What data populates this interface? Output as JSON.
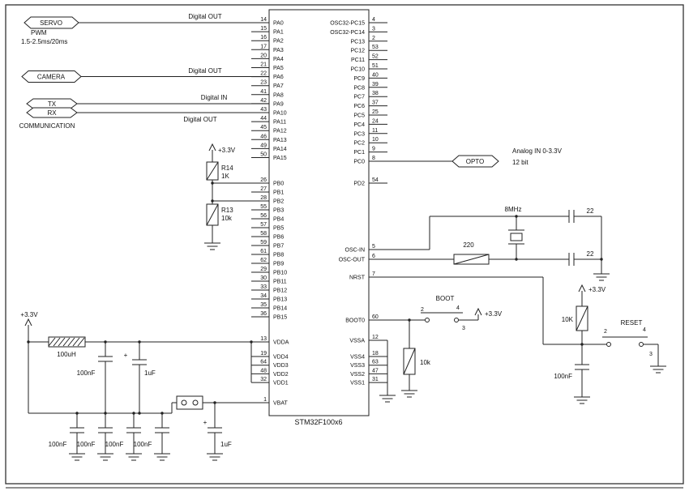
{
  "ic": {
    "label": "STM32F100x6",
    "left_groups": [
      {
        "pins": [
          [
            "PA0",
            "14"
          ],
          [
            "PA1",
            "15"
          ],
          [
            "PA2",
            "16"
          ],
          [
            "PA3",
            "17"
          ],
          [
            "PA4",
            "20"
          ],
          [
            "PA5",
            "21"
          ],
          [
            "PA6",
            "22"
          ],
          [
            "PA7",
            "23"
          ],
          [
            "PA8",
            "41"
          ],
          [
            "PA9",
            "42"
          ],
          [
            "PA10",
            "43"
          ],
          [
            "PA11",
            "44"
          ],
          [
            "PA12",
            "45"
          ],
          [
            "PA13",
            "46"
          ],
          [
            "PA14",
            "49"
          ],
          [
            "PA15",
            "50"
          ]
        ]
      },
      {
        "pins": [
          [
            "PB0",
            "26"
          ],
          [
            "PB1",
            "27"
          ],
          [
            "PB2",
            "28"
          ],
          [
            "PB3",
            "55"
          ],
          [
            "PB4",
            "56"
          ],
          [
            "PB5",
            "57"
          ],
          [
            "PB6",
            "58"
          ],
          [
            "PB7",
            "59"
          ],
          [
            "PB8",
            "61"
          ],
          [
            "PB9",
            "62"
          ],
          [
            "PB10",
            "29"
          ],
          [
            "PB11",
            "30"
          ],
          [
            "PB12",
            "33"
          ],
          [
            "PB13",
            "34"
          ],
          [
            "PB14",
            "35"
          ],
          [
            "PB15",
            "36"
          ]
        ]
      },
      {
        "pins": [
          [
            "VDDA",
            "13"
          ]
        ]
      },
      {
        "pins": [
          [
            "VDD4",
            "19"
          ],
          [
            "VDD3",
            "64"
          ],
          [
            "VDD2",
            "48"
          ],
          [
            "VDD1",
            "32"
          ]
        ]
      },
      {
        "pins": [
          [
            "VBAT",
            "1"
          ]
        ]
      }
    ],
    "right_groups": [
      {
        "pins": [
          [
            "OSC32-PC15",
            "4"
          ],
          [
            "OSC32-PC14",
            "3"
          ],
          [
            "PC13",
            "2"
          ],
          [
            "PC12",
            "53"
          ],
          [
            "PC11",
            "52"
          ],
          [
            "PC10",
            "51"
          ],
          [
            "PC9",
            "40"
          ],
          [
            "PC8",
            "39"
          ],
          [
            "PC7",
            "38"
          ],
          [
            "PC6",
            "37"
          ],
          [
            "PC5",
            "25"
          ],
          [
            "PC4",
            "24"
          ],
          [
            "PC3",
            "11"
          ],
          [
            "PC2",
            "10"
          ],
          [
            "PC1",
            "9"
          ],
          [
            "PC0",
            "8"
          ]
        ]
      },
      {
        "pins": [
          [
            "PD2",
            "54"
          ]
        ]
      },
      {
        "pins": [
          [
            "OSC-IN",
            "5"
          ],
          [
            "OSC-OUT",
            "6"
          ]
        ]
      },
      {
        "pins": [
          [
            "NRST",
            "7"
          ]
        ]
      },
      {
        "pins": [
          [
            "BOOT0",
            "60"
          ]
        ]
      },
      {
        "pins": [
          [
            "VSSA",
            "12"
          ]
        ]
      },
      {
        "pins": [
          [
            "VSS4",
            "18"
          ],
          [
            "VSS3",
            "63"
          ],
          [
            "VSS2",
            "47"
          ],
          [
            "VSS1",
            "31"
          ]
        ]
      }
    ]
  },
  "tags": {
    "servo": "SERVO",
    "camera": "CAMERA",
    "tx": "TX",
    "rx": "RX",
    "opto": "OPTO"
  },
  "labels": {
    "pwm_line1": "PWM",
    "pwm_line2": "1.5-2.5ms/20ms",
    "servo_signal": "Digital OUT",
    "camera_signal": "Digital OUT",
    "comm_in": "Digital IN",
    "comm_out": "Digital OUT",
    "communication": "COMMUNICATION",
    "analog_in": "Analog IN 0-3.3V",
    "analog_bits": "12 bit",
    "boot": "BOOT",
    "reset": "RESET"
  },
  "power": {
    "v33_pullups": "+3.3V",
    "v33_supply": "+3.3V",
    "v33_boot": "+3.3V",
    "v33_reset": "+3.3V"
  },
  "components": {
    "r14_ref": "R14",
    "r14_val": "1K",
    "r13_ref": "R13",
    "r13_val": "10k",
    "inductor": "100uH",
    "vdda_cap1": "100nF",
    "vdda_cap2": "1uF",
    "plus": "+",
    "bulk_caps": [
      "100nF",
      "100nF",
      "100nF",
      "100nF",
      "1uF"
    ],
    "osc_series_res": "220",
    "crystal": "8MHz",
    "osc_cap1": "22",
    "osc_cap2": "22",
    "boot_resistor": "10k",
    "reset_resistor": "10K",
    "reset_cap": "100nF",
    "switch_pin2": "2",
    "switch_pin4": "4",
    "switch_pin3": "3"
  }
}
